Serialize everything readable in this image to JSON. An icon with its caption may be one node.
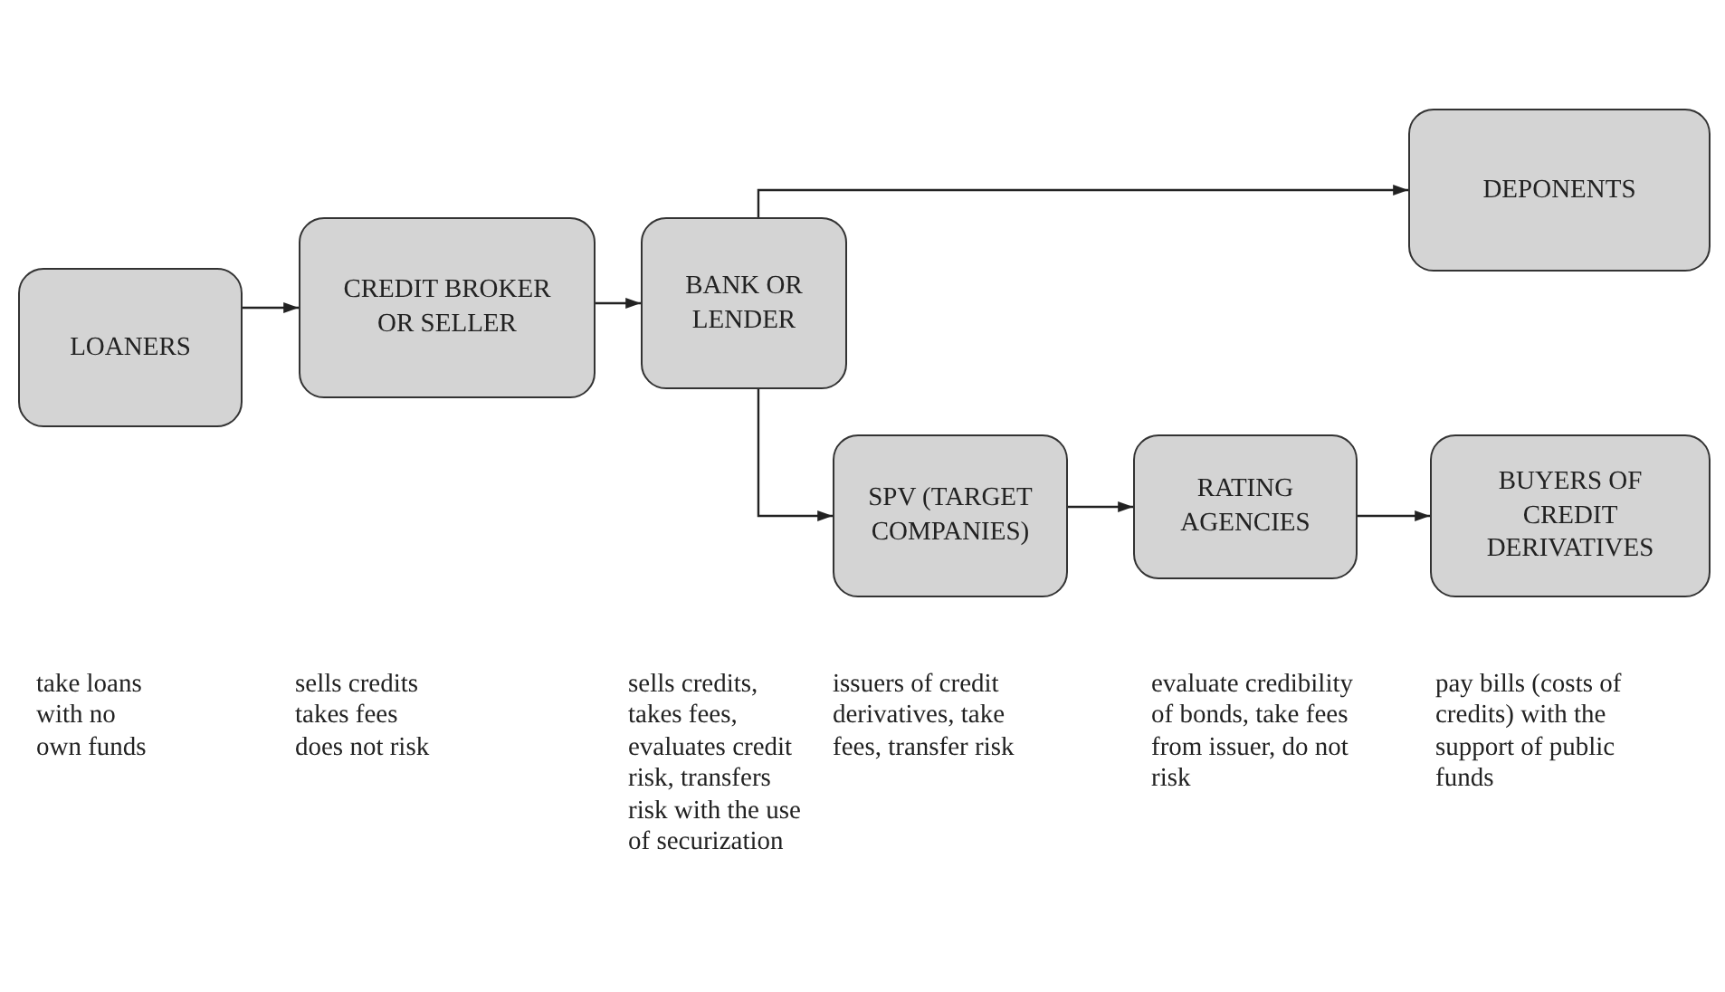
{
  "diagram": {
    "nodes": [
      {
        "text": [
          "LOANERS"
        ]
      },
      {
        "text": [
          "CREDIT BROKER OR SELLER"
        ]
      },
      {
        "text": [
          "BANK OR LENDER"
        ]
      },
      {
        "text": [
          "DEPONENTS"
        ]
      },
      {
        "text": [
          "SPV (TARGET COMPANIES)"
        ]
      },
      {
        "text": [
          "RATING AGENCIES"
        ]
      },
      {
        "text": [
          "BUYERS OF CREDIT DERIVATIVES"
        ]
      }
    ],
    "edges": [
      {
        "from": 0,
        "to": 1,
        "arrow": "to"
      },
      {
        "from": 1,
        "to": 2,
        "arrow": "to"
      },
      {
        "from": 2,
        "to": 3,
        "arrow": "to"
      },
      {
        "from": 2,
        "to": 4,
        "arrow": "to"
      },
      {
        "from": 4,
        "to": 5,
        "arrow": "to"
      },
      {
        "from": 5,
        "to": 6,
        "arrow": "to"
      }
    ],
    "labels": [
      "take loans with no own funds",
      "sells credits takes fees does not risk",
      "sells credits, takes fees, evaluates credit risk, transfers risk with the use of securization",
      "issuers of credit derivatives, take fees, transfer risk",
      "evaluate credibility of bonds, take fees from issuer, do not risk",
      "pay bills (costs of credits) with the support of public funds"
    ]
  }
}
